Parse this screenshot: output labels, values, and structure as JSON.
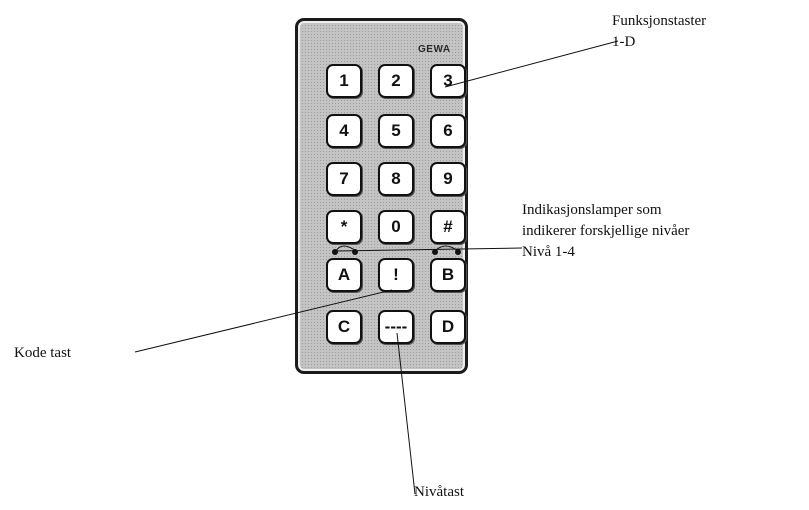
{
  "brand": "GEWA",
  "keys": [
    {
      "id": "1",
      "label": "1"
    },
    {
      "id": "2",
      "label": "2"
    },
    {
      "id": "3",
      "label": "3"
    },
    {
      "id": "4",
      "label": "4"
    },
    {
      "id": "5",
      "label": "5"
    },
    {
      "id": "6",
      "label": "6"
    },
    {
      "id": "7",
      "label": "7"
    },
    {
      "id": "8",
      "label": "8"
    },
    {
      "id": "9",
      "label": "9"
    },
    {
      "id": "star",
      "label": "*"
    },
    {
      "id": "0",
      "label": "0"
    },
    {
      "id": "hash",
      "label": "#"
    },
    {
      "id": "A",
      "label": "A"
    },
    {
      "id": "excl",
      "label": "!"
    },
    {
      "id": "B",
      "label": "B"
    },
    {
      "id": "C",
      "label": "C"
    },
    {
      "id": "dash",
      "label": "----"
    },
    {
      "id": "D",
      "label": "D"
    }
  ],
  "callouts": {
    "funksjonstaster_line1": "Funksjonstaster",
    "funksjonstaster_line2": "1-D",
    "indikasjon_line1": "Indikasjonslamper  som",
    "indikasjon_line2": "indikerer forskjellige nivåer",
    "indikasjon_line3": "Nivå 1-4",
    "kode_tast": "Kode tast",
    "nivatast": "Nivåtast"
  }
}
